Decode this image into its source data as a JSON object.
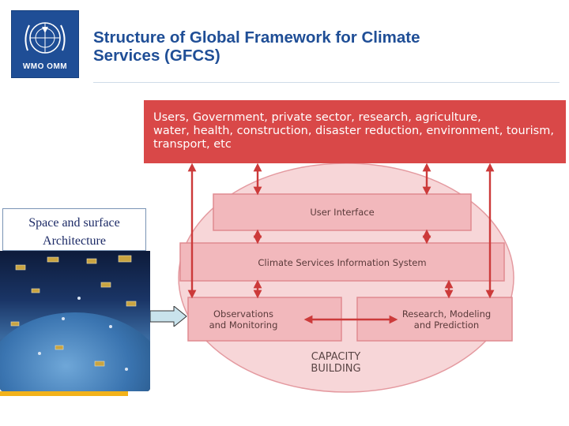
{
  "header": {
    "logo_text": "WMO OMM",
    "title_line1": "Structure of Global Framework for Climate",
    "title_line2": "Services (GFCS)"
  },
  "diagram": {
    "users": {
      "line1": "Users, Government, private sector, research, agriculture,",
      "line2": "water, health, construction, disaster reduction, environment, tourism,",
      "line3": "transport, etc"
    },
    "user_interface": "User Interface",
    "csis": "Climate Services Information System",
    "observations": {
      "line1": "Observations",
      "line2": "and Monitoring"
    },
    "research": {
      "line1": "Research, Modeling",
      "line2": "and Prediction"
    },
    "capacity": {
      "line1": "CAPACITY",
      "line2": "BUILDING"
    }
  },
  "side_panel": {
    "line1": "Space and surface",
    "line2": "Architecture"
  },
  "colors": {
    "brand_blue": "#1f4e96",
    "users_red": "#d94848",
    "box_pink": "#f2b8bc",
    "circle_pink": "#f7d6d8",
    "gold": "#f2b21a"
  }
}
